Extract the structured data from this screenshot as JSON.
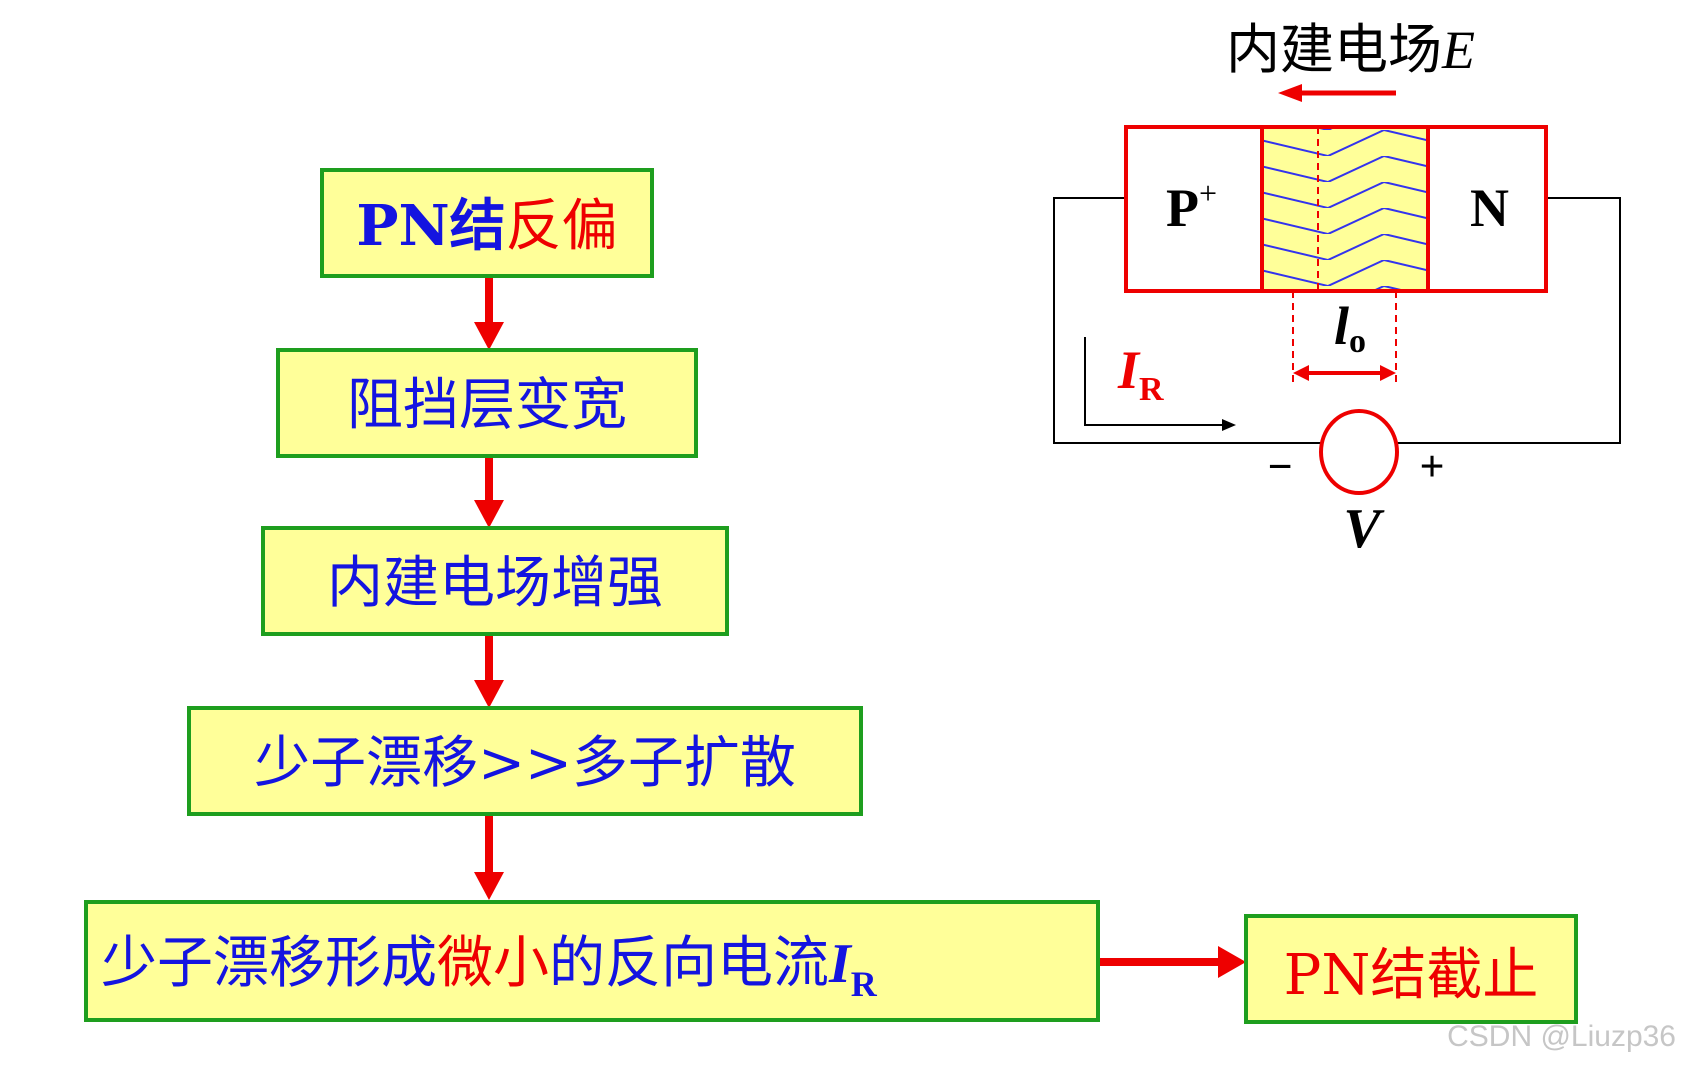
{
  "flowchart": {
    "steps": [
      {
        "parts": [
          "PN结",
          "反偏"
        ]
      },
      {
        "text": "阻挡层变宽"
      },
      {
        "text": "内建电场增强"
      },
      {
        "text": "少子漂移>>多子扩散"
      },
      {
        "parts": [
          "少子漂移形成",
          "微小",
          "的反向电流",
          "I",
          "R"
        ]
      }
    ],
    "result": "PN结截止"
  },
  "junction": {
    "field_label": "内建电场",
    "field_symbol": "E",
    "p_label": "P",
    "p_sup": "+",
    "n_label": "N",
    "width_label": "l",
    "width_sub": "o",
    "current_label": "I",
    "current_sub": "R",
    "minus": "−",
    "plus": "+",
    "voltage_label": "V"
  },
  "watermark": "CSDN @Liuzp36",
  "colors": {
    "box_fill": "#ffff99",
    "box_border": "#1e9e1e",
    "arrow": "#ee0000",
    "text_blue": "#1414e0",
    "text_red": "#ee0000",
    "hatch": "#3333ee"
  }
}
